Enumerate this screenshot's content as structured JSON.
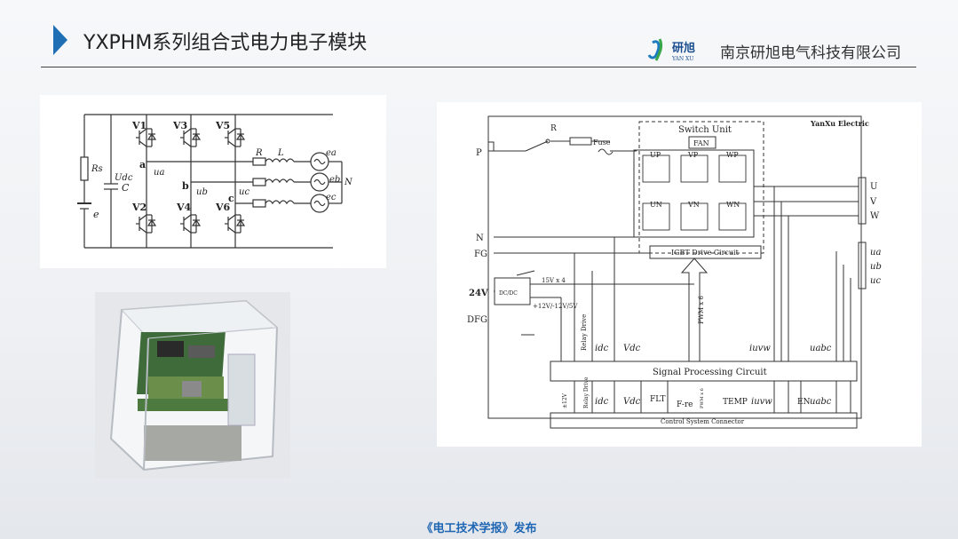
{
  "header": {
    "title": "YXPHM系列组合式电力电子模块",
    "company": "南京研旭电气科技有限公司",
    "logo_text": "研旭",
    "logo_sub": "YAN XU"
  },
  "circuit": {
    "switches": [
      "V1",
      "V3",
      "V5",
      "V2",
      "V4",
      "V6"
    ],
    "nodes": [
      "a",
      "b",
      "c"
    ],
    "labels": {
      "rs": "Rs",
      "udc": "Udc",
      "c": "C",
      "e": "e",
      "ua": "ua",
      "ub": "ub",
      "uc": "uc",
      "r": "R",
      "l": "L",
      "ea": "ea",
      "eb": "eb",
      "ec": "ec",
      "n": "N"
    }
  },
  "block": {
    "brand": "YanXu Electric",
    "switch_unit": "Switch Unit",
    "fan": "FAN",
    "r": "R",
    "fuse": "Fuse",
    "igbt_labels": [
      "UP",
      "VP",
      "WP",
      "UN",
      "VN",
      "WN"
    ],
    "igbt_drive": "IGBT Drive Circuit",
    "left_terminals": [
      "P",
      "N",
      "FG",
      "24V",
      "DFG"
    ],
    "right_terminals": [
      "U",
      "V",
      "W"
    ],
    "sense_terminals": [
      "ua",
      "ub",
      "uc"
    ],
    "dcdc": "DC/DC",
    "supply_top": "15V x 4",
    "supply_bottom": "+12V/-12V/5V",
    "pwm": "PWM x 6",
    "relay_drive": "Relay Drive",
    "idc": "idc",
    "vdc": "Vdc",
    "iuvw": "iuvw",
    "uabc": "uabc",
    "signal_processing": "Signal Processing Circuit",
    "control_connector": "Control System Connector",
    "bottom_labels": [
      "±12V",
      "Relay Drive",
      "idc",
      "Vdc",
      "FLT",
      "F-re",
      "PWM x 6",
      "TEMP",
      "iuvw",
      "EN",
      "uabc"
    ]
  },
  "footer": "《电工技术学报》发布"
}
